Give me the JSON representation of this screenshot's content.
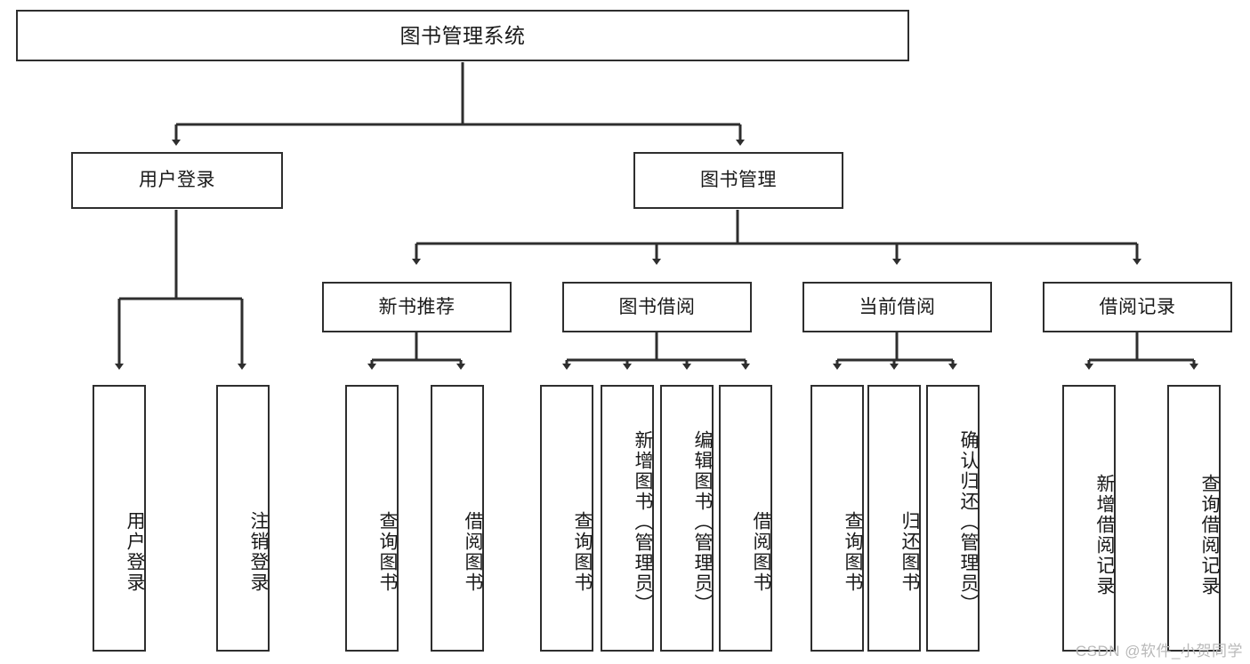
{
  "diagram": {
    "title_node": {
      "label": "图书管理系统"
    },
    "level1": [
      {
        "id": "user-login",
        "label": "用户登录"
      },
      {
        "id": "book-management",
        "label": "图书管理"
      }
    ],
    "level2": [
      {
        "id": "new-book-recommend",
        "label": "新书推荐"
      },
      {
        "id": "book-borrow",
        "label": "图书借阅"
      },
      {
        "id": "current-borrow",
        "label": "当前借阅"
      },
      {
        "id": "borrow-record",
        "label": "借阅记录"
      }
    ],
    "leaves": [
      {
        "id": "leaf-user-login",
        "label": "用户登录",
        "parent": "user-login"
      },
      {
        "id": "leaf-user-logout",
        "label": "注销登录",
        "parent": "user-login"
      },
      {
        "id": "leaf-query-book-1",
        "label": "查询图书",
        "parent": "new-book-recommend"
      },
      {
        "id": "leaf-borrow-book-1",
        "label": "借阅图书",
        "parent": "new-book-recommend"
      },
      {
        "id": "leaf-query-book-2",
        "label": "查询图书",
        "parent": "book-borrow"
      },
      {
        "id": "leaf-add-book",
        "label": "新增图书（管理员）",
        "parent": "book-borrow"
      },
      {
        "id": "leaf-edit-book",
        "label": "编辑图书（管理员）",
        "parent": "book-borrow"
      },
      {
        "id": "leaf-borrow-book-2",
        "label": "借阅图书",
        "parent": "book-borrow"
      },
      {
        "id": "leaf-query-book-3",
        "label": "查询图书",
        "parent": "current-borrow"
      },
      {
        "id": "leaf-return-book",
        "label": "归还图书",
        "parent": "current-borrow"
      },
      {
        "id": "leaf-confirm-return",
        "label": "确认归还（管理员）",
        "parent": "current-borrow"
      },
      {
        "id": "leaf-add-record",
        "label": "新增借阅记录",
        "parent": "borrow-record"
      },
      {
        "id": "leaf-query-record",
        "label": "查询借阅记录",
        "parent": "borrow-record"
      }
    ],
    "watermark": "CSDN @软件_小贺同学",
    "colors": {
      "stroke": "#2e2e2e",
      "background": "#ffffff",
      "text": "#1a1a1a",
      "watermark": "#b9b9b9"
    }
  }
}
